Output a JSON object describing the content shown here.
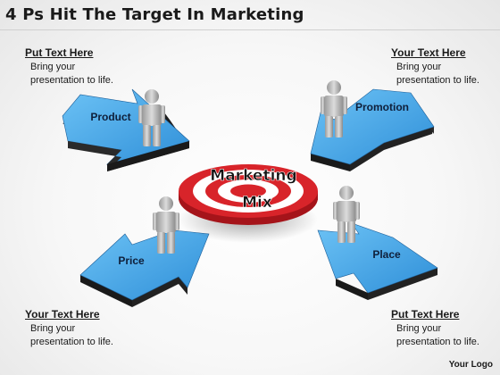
{
  "title": "4 Ps Hit The Target In Marketing",
  "center_label": {
    "line1": "Marketing",
    "line2": "Mix"
  },
  "arrows": {
    "product": "Product",
    "promotion": "Promotion",
    "price": "Price",
    "place": "Place"
  },
  "callouts": {
    "top_left": {
      "heading": "Put Text Here",
      "line1": "Bring your",
      "line2": "presentation to life."
    },
    "top_right": {
      "heading": "Your Text Here",
      "line1": "Bring your",
      "line2": "presentation to life."
    },
    "bottom_left": {
      "heading": "Your Text Here",
      "line1": "Bring your",
      "line2": "presentation to life."
    },
    "bottom_right": {
      "heading": "Put Text Here",
      "line1": "Bring your",
      "line2": "presentation to life."
    }
  },
  "logo": "Your Logo",
  "colors": {
    "arrow_top": "#4aa6e8",
    "arrow_side": "#2b2b2b",
    "target_red": "#d8242a",
    "target_white": "#ffffff",
    "figure_gray": "#b8b8b8"
  }
}
